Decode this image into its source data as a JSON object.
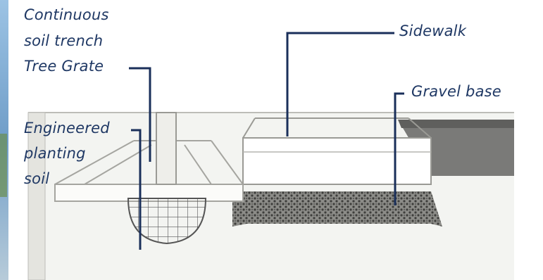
{
  "diagram": {
    "labels": {
      "soil_trench_line1": "Continuous",
      "soil_trench_line2": "soil trench",
      "tree_grate": "Tree Grate",
      "sidewalk": "Sidewalk",
      "gravel_base": "Gravel base",
      "engineered_line1": "Engineered",
      "engineered_line2": "planting",
      "engineered_line3": "soil"
    },
    "colors": {
      "label_text": "#1f3864",
      "leader_line": "#1a2f5a",
      "diagram_background": "#f3f4f1",
      "dark_slab": "#7a7a78",
      "gravel": "#4a4a48",
      "sky_strip": "#8fb6d9"
    }
  }
}
